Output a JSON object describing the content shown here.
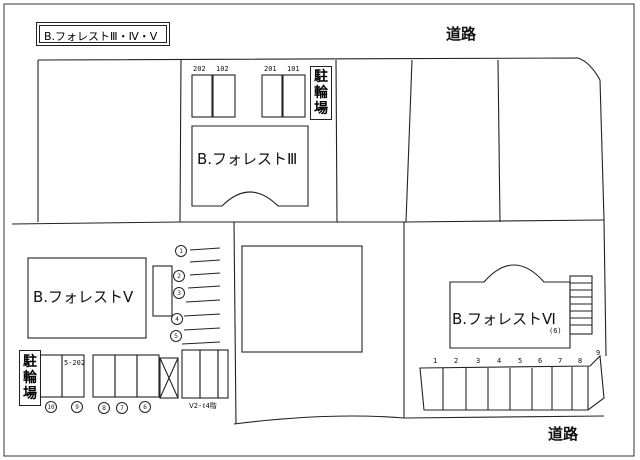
{
  "title_box": "B.フォレストⅢ・Ⅳ・Ⅴ",
  "roads": {
    "top": "道路",
    "bottom": "道路"
  },
  "buildings": {
    "forest3": "B.フォレストⅢ",
    "forest5": "B.フォレストⅤ",
    "forest6": "B.フォレストⅥ",
    "forest6_sub": "(6)"
  },
  "bike_parking": [
    "駐",
    "輪",
    "場"
  ],
  "top_room_labels": [
    "202",
    "102",
    "201",
    "101"
  ],
  "room_label_5202": "5-202",
  "parking_circled": [
    "1",
    "2",
    "3",
    "4",
    "5"
  ],
  "bottom_left_circled": [
    "10",
    "9",
    "8",
    "7",
    "6"
  ],
  "bike_area_label": "Ⅴ2-ℓ4階",
  "right_parking_numbers": [
    "1",
    "2",
    "3",
    "4",
    "5",
    "6",
    "7",
    "8",
    "9"
  ]
}
